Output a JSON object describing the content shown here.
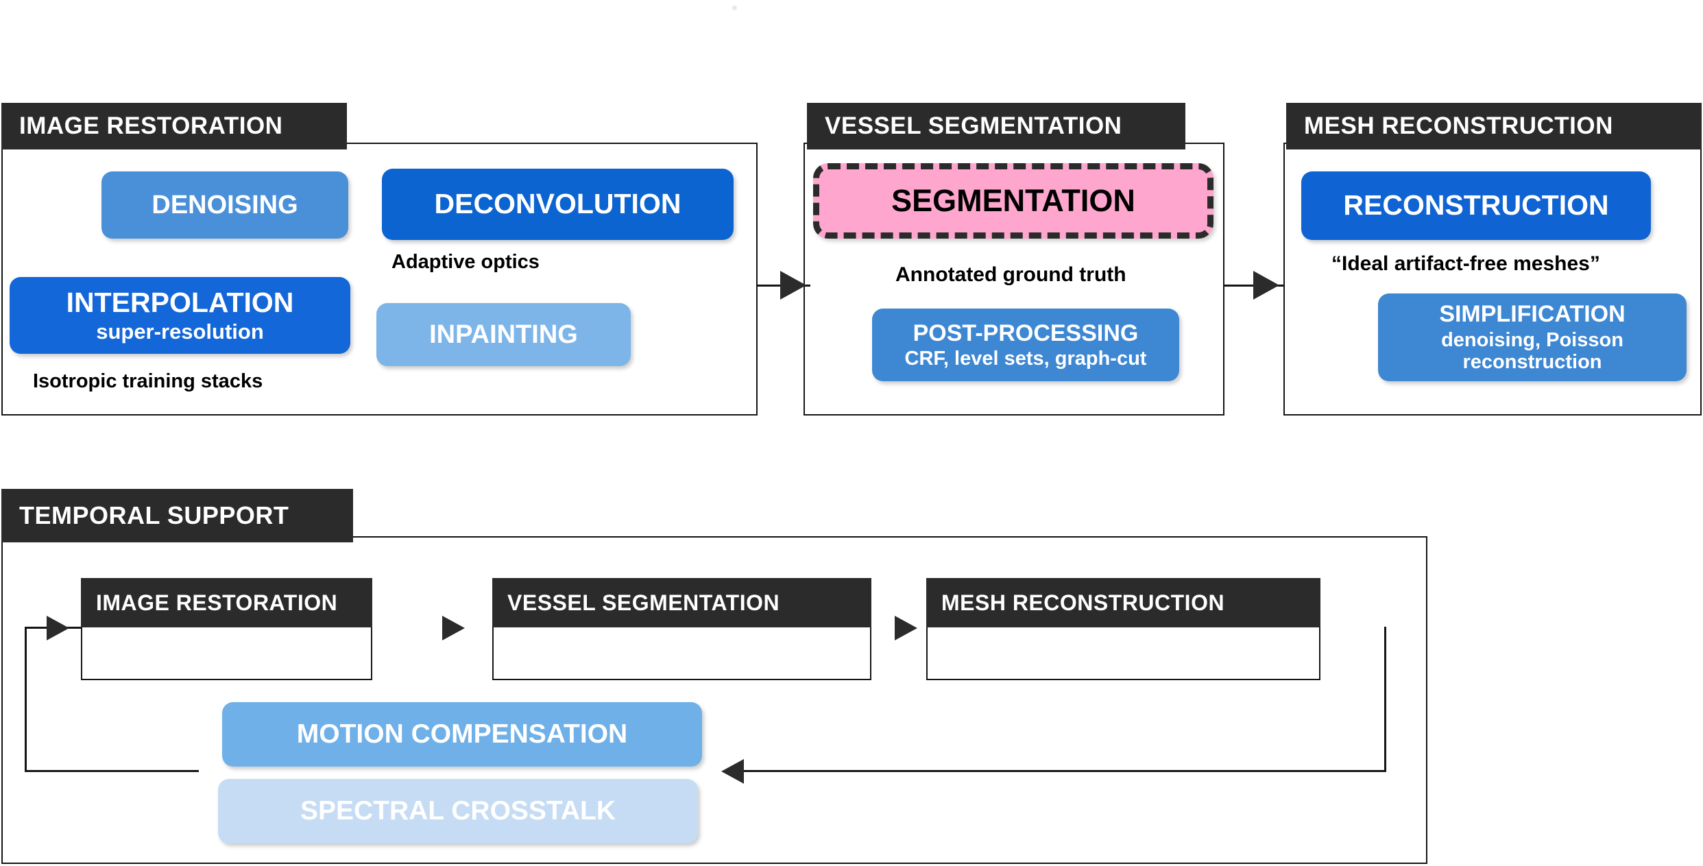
{
  "diagram": {
    "title_stages": [
      "IMAGE RESTORATION",
      "VESSEL SEGMENTATION",
      "MESH RECONSTRUCTION"
    ],
    "panels": [
      {
        "id": "image-restoration",
        "header": "IMAGE RESTORATION",
        "blocks": [
          {
            "name": "denoising",
            "label": "DENOISING",
            "sublabel": "",
            "color": "#4a90d9"
          },
          {
            "name": "deconvolution",
            "label": "DECONVOLUTION",
            "sublabel": "",
            "color": "#0b64d0"
          },
          {
            "name": "interpolation",
            "label": "INTERPOLATION",
            "sublabel": "super-resolution",
            "color": "#1367d8"
          },
          {
            "name": "inpainting",
            "label": "INPAINTING",
            "sublabel": "",
            "color": "#7eb5e8"
          }
        ],
        "captions": [
          {
            "name": "adaptive-optics-caption",
            "text": "Adaptive optics"
          },
          {
            "name": "isotropic-stacks-caption",
            "text": "Isotropic training stacks"
          }
        ]
      },
      {
        "id": "vessel-segmentation",
        "header": "VESSEL SEGMENTATION",
        "highlight": {
          "name": "segmentation",
          "label": "SEGMENTATION",
          "color": "#ffa6ce",
          "border": "#2b2b2b"
        },
        "blocks": [
          {
            "name": "post-processing",
            "label": "POST-PROCESSING",
            "sublabel": "CRF, level sets, graph-cut",
            "color": "#3d87d3"
          }
        ],
        "captions": [
          {
            "name": "annotated-ground-truth-caption",
            "text": "Annotated ground truth"
          }
        ]
      },
      {
        "id": "mesh-reconstruction",
        "header": "MESH RECONSTRUCTION",
        "blocks": [
          {
            "name": "reconstruction",
            "label": "RECONSTRUCTION",
            "sublabel": "",
            "color": "#0f63d2"
          },
          {
            "name": "simplification",
            "label": "SIMPLIFICATION",
            "sublabel": "denoising, Poisson reconstruction",
            "color": "#3d87d3"
          }
        ],
        "captions": [
          {
            "name": "ideal-meshes-caption",
            "text": "“Ideal artifact-free meshes”"
          }
        ]
      }
    ],
    "temporal": {
      "header": "TEMPORAL SUPPORT",
      "stages": [
        {
          "name": "temporal-image-restoration",
          "header": "IMAGE RESTORATION"
        },
        {
          "name": "temporal-vessel-segmentation",
          "header": "VESSEL SEGMENTATION"
        },
        {
          "name": "temporal-mesh-reconstruction",
          "header": "MESH RECONSTRUCTION"
        }
      ],
      "blocks": [
        {
          "name": "motion-compensation",
          "label": "MOTION COMPENSATION",
          "color": "#6fb0e8"
        },
        {
          "name": "spectral-crosstalk",
          "label": "SPECTRAL CROSSTALK",
          "color": "#c5dcf4"
        }
      ]
    },
    "colors": {
      "header_bar": "#2b2b2b",
      "outline": "#151515",
      "highlight_pink": "#ffa6ce",
      "blue_dark": "#0b64d0",
      "blue_mid": "#4a90d9",
      "blue_light": "#7eb5e8",
      "blue_pale": "#c5dcf4"
    }
  }
}
